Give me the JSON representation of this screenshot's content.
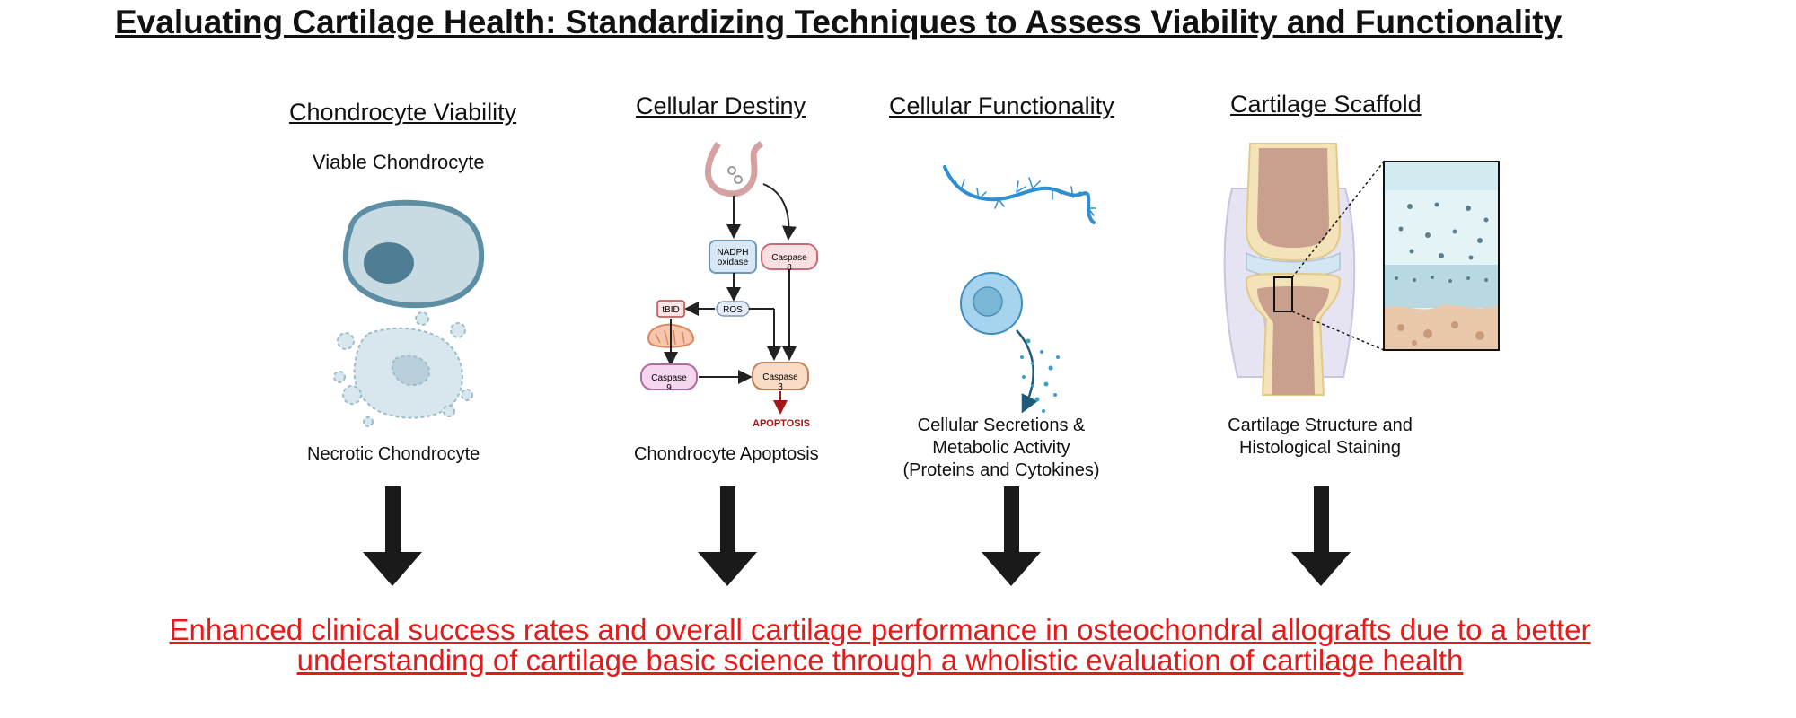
{
  "title": "Evaluating Cartilage Health: Standardizing Techniques to Assess Viability and Functionality",
  "columns": [
    {
      "heading": "Chondrocyte Viability",
      "top_label": "Viable Chondrocyte",
      "bottom_label": "Necrotic Chondrocyte"
    },
    {
      "heading": "Cellular Destiny",
      "bottom_label": "Chondrocyte Apoptosis",
      "pathway": {
        "nadph": "NADPH oxidase",
        "caspase8": "Caspase 8",
        "ros": "ROS",
        "tbid": "tBID",
        "caspase9": "Caspase 9",
        "caspase3": "Caspase 3",
        "apoptosis": "APOPTOSIS"
      }
    },
    {
      "heading": "Cellular Functionality",
      "label_lines": [
        "Cellular Secretions &",
        "Metabolic Activity",
        "(Proteins and Cytokines)"
      ]
    },
    {
      "heading": "Cartilage Scaffold",
      "label_lines": [
        "Cartilage Structure and",
        "Histological Staining"
      ]
    }
  ],
  "conclusion_lines": [
    "Enhanced clinical success rates and overall cartilage performance in osteochondral allografts due to a better",
    "understanding of cartilage basic science through a wholistic evaluation of cartilage health"
  ],
  "colors": {
    "arrow": "#1a1a1a",
    "conclusion": "#e31b1b",
    "cell": "#8fb4c4",
    "nucleus": "#4f7e94"
  }
}
